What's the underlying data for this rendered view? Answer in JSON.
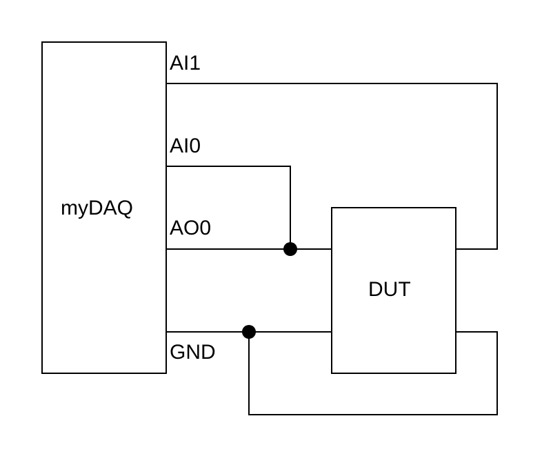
{
  "blocks": {
    "mydaq_label": "myDAQ",
    "dut_label": "DUT"
  },
  "pins": {
    "ai1": "AI1",
    "ai0": "AI0",
    "ao0": "AO0",
    "gnd": "GND"
  },
  "colors": {
    "line": "#000000",
    "background": "#ffffff"
  }
}
